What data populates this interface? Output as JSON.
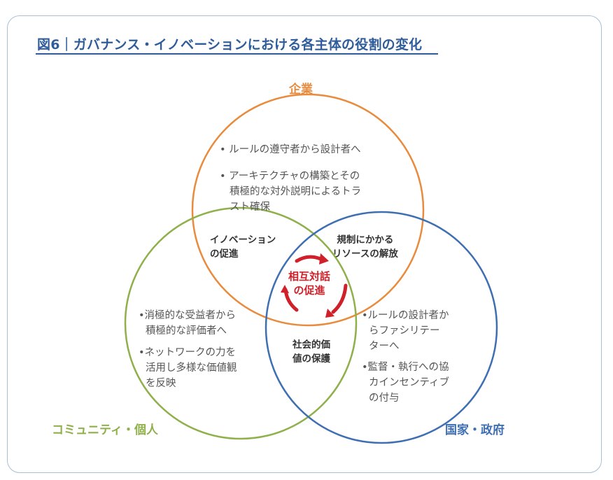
{
  "title": "図6｜ガバナンス・イノベーションにおける各主体の役割の変化",
  "colors": {
    "title": "#2f5c9a",
    "enterprise": "#e98b3c",
    "community": "#8fb04a",
    "government": "#3f6fb3",
    "center_arrows": "#d0212a",
    "frame": "#a9bfd6"
  },
  "circles": {
    "enterprise": {
      "label": "企業",
      "bullets": [
        [
          "• ルールの遵守者から設計者へ"
        ],
        [
          "• アーキテクチャの構築とその",
          "積極的な対外説明によるトラ",
          "スト確保"
        ]
      ]
    },
    "community": {
      "label": "コミュニティ・個人",
      "bullets": [
        [
          "•消極的な受益者から",
          "積極的な評価者へ"
        ],
        [
          "•ネットワークの力を",
          "活用し多様な価値観",
          "を反映"
        ]
      ]
    },
    "government": {
      "label": "国家・政府",
      "bullets": [
        [
          "•ルールの設計者か",
          "らファシリテー",
          "ターへ"
        ],
        [
          "•監督・執行への協",
          "カインセンティブ",
          "の付与"
        ]
      ]
    }
  },
  "overlaps": {
    "enterprise_community": [
      "イノベーション",
      "の促進"
    ],
    "enterprise_government": [
      "規制にかかる",
      "リソースの解放"
    ],
    "community_government": [
      "社会的価",
      "値の保護"
    ],
    "center": [
      "相互対話",
      "の促進"
    ]
  }
}
